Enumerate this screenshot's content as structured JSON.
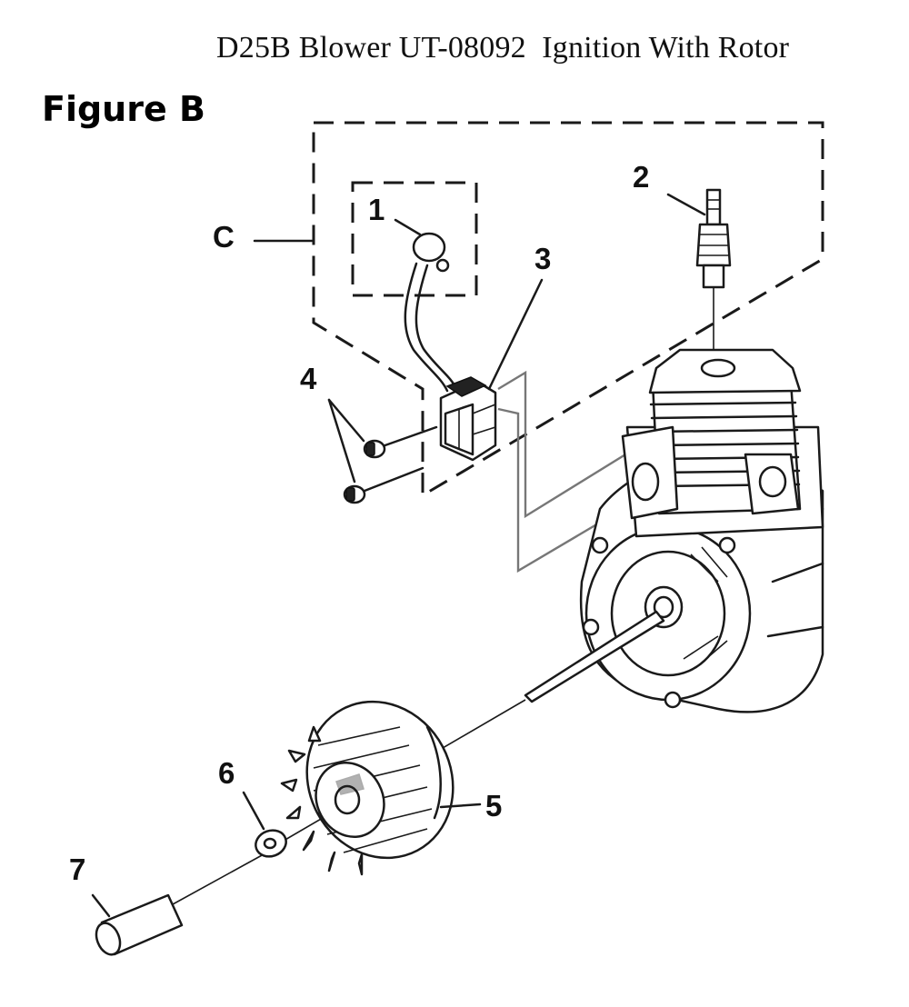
{
  "header": {
    "title": "D25B Blower UT-08092  Ignition With Rotor",
    "figure_label": "Figure B"
  },
  "callouts": {
    "c1": "1",
    "c2": "2",
    "c3": "3",
    "c4": "4",
    "c5": "5",
    "c6": "6",
    "c7": "7",
    "cC": "C"
  }
}
